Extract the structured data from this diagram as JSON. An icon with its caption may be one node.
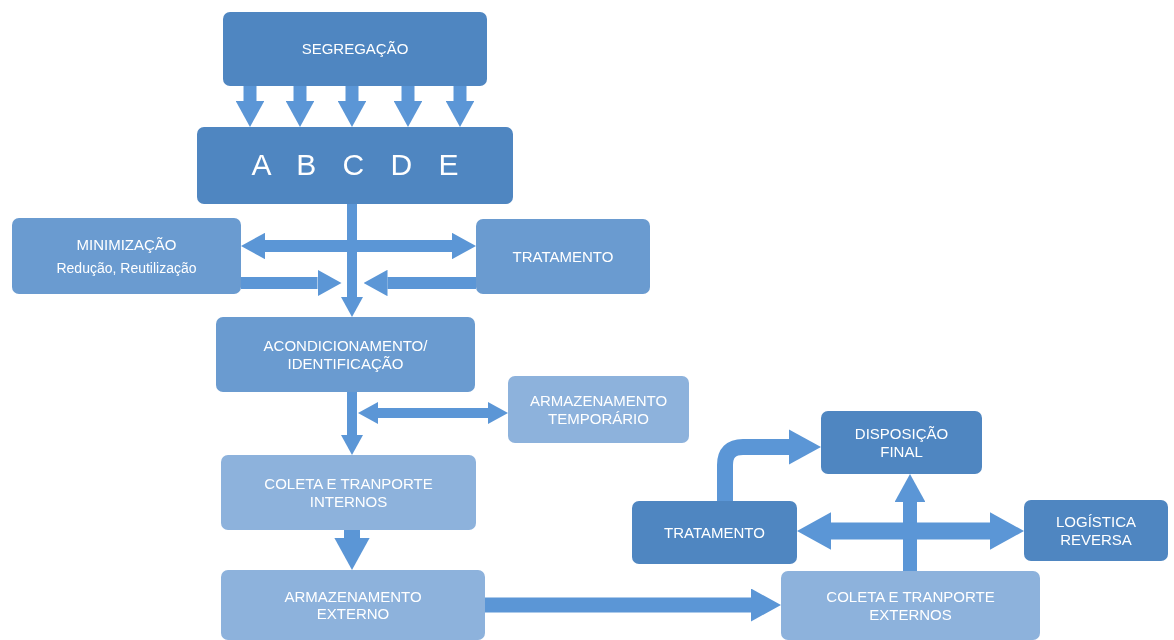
{
  "diagram": {
    "nodes": [
      {
        "text": [
          "SEGREGAÇÃO"
        ]
      },
      {
        "text": [
          "A B C D E"
        ]
      },
      {
        "text": [
          "MINIMIZAÇÃO",
          "Redução, Reutilização"
        ]
      },
      {
        "text": [
          "TRATAMENTO"
        ]
      },
      {
        "text": [
          "ACONDICIONAMENTO/ IDENTIFICAÇÃO"
        ]
      },
      {
        "text": [
          "ARMAZENAMENTO TEMPORÁRIO"
        ]
      },
      {
        "text": [
          "COLETA E TRANPORTE INTERNOS"
        ]
      },
      {
        "text": [
          "ARMAZENAMENTO EXTERNO"
        ]
      },
      {
        "text": [
          "DISPOSIÇÃO FINAL"
        ]
      },
      {
        "text": [
          "TRATAMENTO"
        ]
      },
      {
        "text": [
          "LOGÍSTICA REVERSA"
        ]
      },
      {
        "text": [
          "COLETA E TRANPORTE EXTERNOS"
        ]
      }
    ],
    "edges": [
      {
        "from": 0,
        "to": 1,
        "arrow": "to"
      },
      {
        "from": 0,
        "to": 1,
        "arrow": "to"
      },
      {
        "from": 0,
        "to": 1,
        "arrow": "to"
      },
      {
        "from": 0,
        "to": 1,
        "arrow": "to"
      },
      {
        "from": 0,
        "to": 1,
        "arrow": "to"
      },
      {
        "from": 1,
        "to": 4,
        "arrow": "to"
      },
      {
        "from": 2,
        "to": 3,
        "arrow": "both"
      },
      {
        "from": 2,
        "to": 4,
        "arrow": "to"
      },
      {
        "from": 3,
        "to": 4,
        "arrow": "to"
      },
      {
        "from": 4,
        "to": 6,
        "arrow": "to"
      },
      {
        "from": 6,
        "to": 5,
        "arrow": "both"
      },
      {
        "from": 6,
        "to": 7,
        "arrow": "to"
      },
      {
        "from": 7,
        "to": 11,
        "arrow": "to"
      },
      {
        "from": 11,
        "to": 8,
        "arrow": "to"
      },
      {
        "from": 9,
        "to": 8,
        "arrow": "to"
      },
      {
        "from": 9,
        "to": 10,
        "arrow": "both"
      }
    ]
  }
}
